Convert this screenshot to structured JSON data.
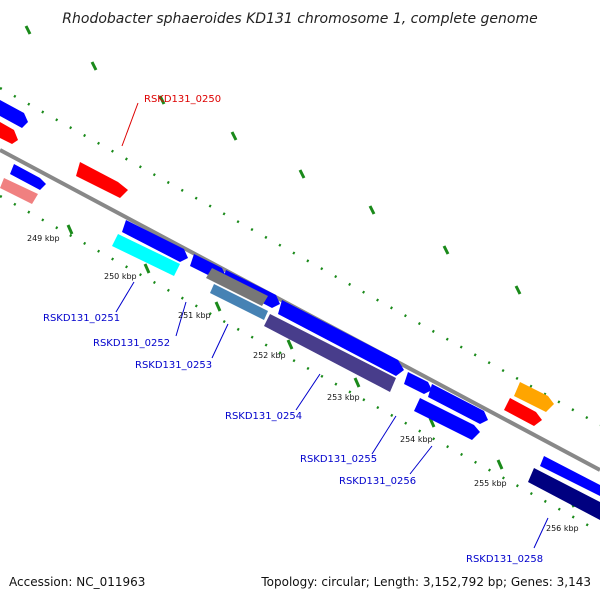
{
  "header": {
    "title": "Rhodobacter sphaeroides KD131 chromosome 1, complete genome"
  },
  "map": {
    "ticks": [
      "249 kbp",
      "250 kbp",
      "251 kbp",
      "252 kbp",
      "253 kbp",
      "254 kbp",
      "255 kbp",
      "256 kbp"
    ],
    "labels": {
      "outer": [
        "RSKD131_0250"
      ],
      "inner": [
        "RSKD131_0251",
        "RSKD131_0252",
        "RSKD131_0253",
        "RSKD131_0254",
        "RSKD131_0255",
        "RSKD131_0256",
        "RSKD131_0258"
      ]
    },
    "colors": {
      "backbone": "#888888",
      "tick_dots": "#1a8a1a",
      "forward_cds": "#0000ff",
      "reverse_cds": "#ff0000",
      "highlight_cyan": "#00ffff",
      "gray_cds": "#777777",
      "steel_cds": "#4682b4",
      "slate_cds": "#483d8b",
      "navy_cds": "#000080",
      "orange_cds": "#ffa500",
      "pink_cds": "#f08080",
      "outer_label": "#dd0000",
      "inner_label": "#0000cc"
    }
  },
  "footer": {
    "accession": "Accession: NC_011963",
    "summary": "Topology: circular; Length: 3,152,792 bp; Genes: 3,143"
  }
}
